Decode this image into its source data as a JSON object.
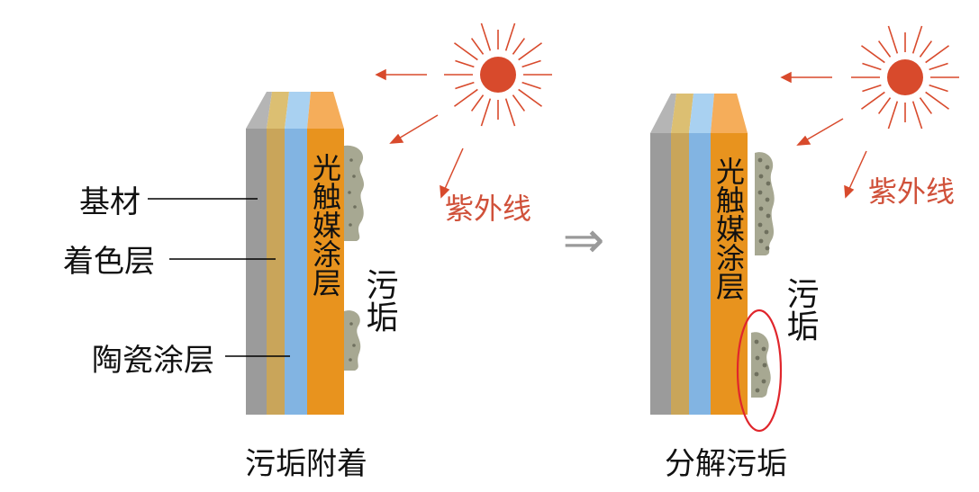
{
  "colors": {
    "substrate": "#9b9b9b",
    "substrate_top": "#b5b5b5",
    "color_layer": "#c9a55a",
    "color_layer_top": "#dcbf72",
    "ceramic_layer": "#82b4e2",
    "ceramic_layer_top": "#a9d1f1",
    "photocatalyst_layer": "#e8931e",
    "photocatalyst_top": "#f5ad5a",
    "dirt": "#a7a892",
    "dirt_dots": "#6f705e",
    "sun": "#d84a2c",
    "uv_text": "#d0513a",
    "highlight_ring": "#e0262c",
    "leader_line": "#000000"
  },
  "left_panel": {
    "caption": "污垢附着",
    "labels": {
      "substrate": "基材",
      "color_layer": "着色层",
      "ceramic_layer": "陶瓷涂层",
      "photocatalyst_layer": "光触媒涂层",
      "dirt": "污垢",
      "uv": "紫外线"
    }
  },
  "transition_arrow": "⇒",
  "right_panel": {
    "caption": "分解污垢",
    "labels": {
      "photocatalyst_layer": "光触媒涂层",
      "dirt": "污垢",
      "uv": "紫外线"
    }
  },
  "icons": {
    "sun": "sun-icon",
    "uv_ray": "arrow-icon",
    "transition": "double-arrow-icon"
  }
}
